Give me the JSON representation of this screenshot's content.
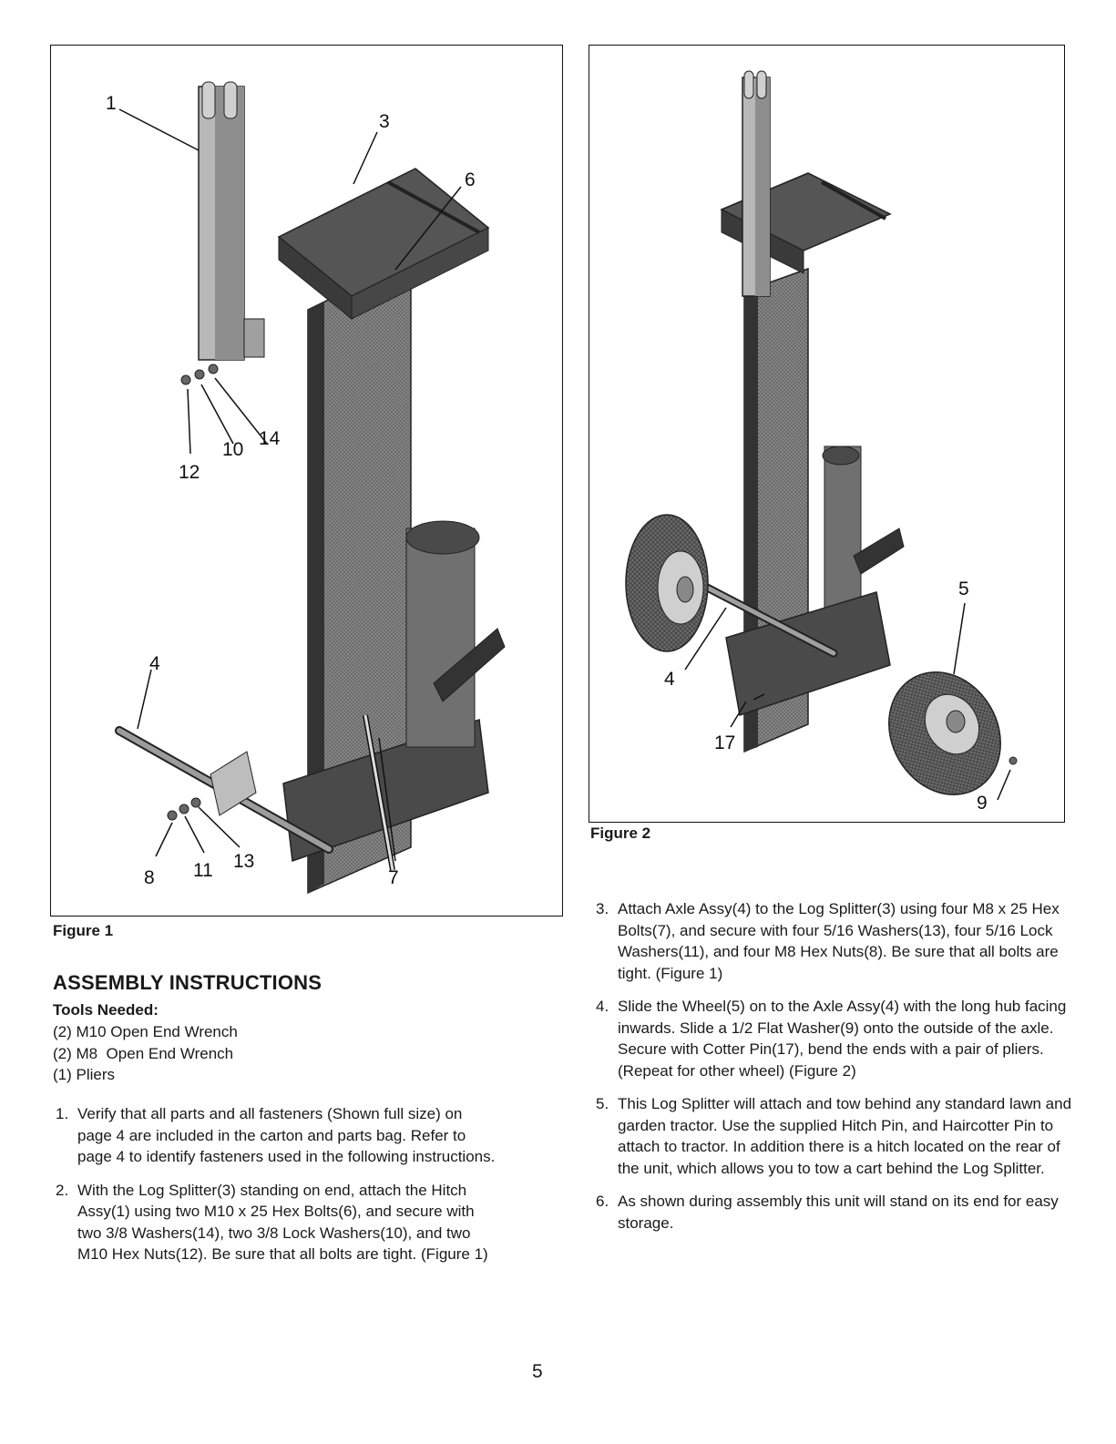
{
  "figure1": {
    "caption": "Figure 1",
    "callouts": [
      "1",
      "3",
      "6",
      "14",
      "10",
      "12",
      "4",
      "13",
      "11",
      "8",
      "7"
    ]
  },
  "figure2": {
    "caption": "Figure 2",
    "callouts": [
      "5",
      "4",
      "17",
      "9"
    ]
  },
  "heading": "ASSEMBLY INSTRUCTIONS",
  "tools_label": "Tools Needed:",
  "tools": [
    "(2) M10 Open End Wrench",
    "(2) M8  Open End Wrench",
    "(1) Pliers"
  ],
  "steps_left": [
    {
      "num": "1.",
      "text": "Verify that all parts and all fasteners (Shown full size) on page 4 are included in the carton and parts bag.  Refer to page 4 to identify fasteners used in the following instructions."
    },
    {
      "num": "2.",
      "text": "With the Log Splitter(3) standing on end, attach the Hitch Assy(1) using two M10 x 25 Hex Bolts(6), and secure with two 3/8 Washers(14), two 3/8 Lock Washers(10), and two M10 Hex Nuts(12). Be sure that all bolts are tight. (Figure 1)"
    }
  ],
  "steps_right": [
    {
      "num": "3.",
      "text": "Attach Axle Assy(4) to the Log Splitter(3) using four M8 x 25 Hex Bolts(7), and secure with four 5/16 Washers(13), four 5/16 Lock Washers(11), and four M8 Hex Nuts(8).  Be sure that all bolts are tight. (Figure 1)"
    },
    {
      "num": "4.",
      "text": "Slide the Wheel(5) on to the Axle Assy(4) with the long hub facing inwards.  Slide a 1/2 Flat Washer(9) onto the outside of the axle. Secure with Cotter Pin(17), bend the ends with a pair of pliers. (Repeat for other wheel) (Figure 2)"
    },
    {
      "num": "5.",
      "text": "This Log Splitter will attach and tow behind any standard lawn and garden tractor.  Use the supplied Hitch Pin, and Haircotter Pin to attach to tractor.  In addition there is a hitch located on the rear of the unit, which allows you to tow a cart behind the Log Splitter."
    },
    {
      "num": "6.",
      "text": "As shown during assembly this unit will stand on its end for easy storage."
    }
  ],
  "page_number": "5"
}
